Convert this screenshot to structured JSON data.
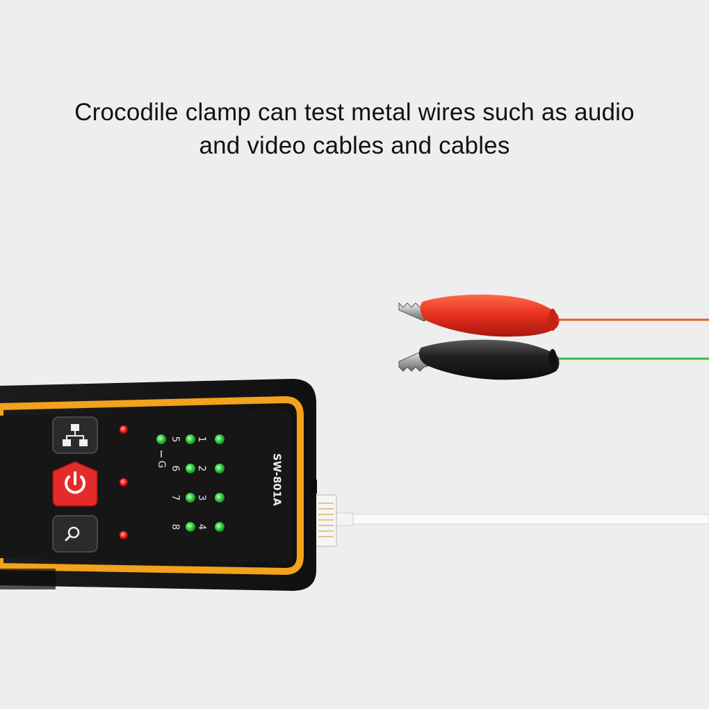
{
  "caption": {
    "line1": "Crocodile clamp can test metal wires such as audio",
    "line2": "and video cables and cables"
  },
  "device": {
    "model": "SW-801A",
    "buttons": [
      {
        "icon": "network-icon"
      },
      {
        "icon": "power-icon"
      },
      {
        "icon": "search-icon"
      }
    ],
    "led_labels": {
      "c1": "1",
      "c2": "2",
      "c3": "3",
      "c4": "4",
      "c5": "5",
      "c6": "6",
      "c7": "7",
      "c8": "8",
      "g": "G"
    }
  },
  "clips": {
    "red": {
      "color": "#e8321f",
      "wire_color": "#e85a2e"
    },
    "black": {
      "color": "#1e1e1e",
      "wire_color": "#3cb84a"
    }
  },
  "colors": {
    "background": "#eeeeee",
    "device_body": "#1a1a1a",
    "device_trim": "#f2a21b",
    "power_button": "#e52a2a",
    "led_green": "#39d94a",
    "led_red": "#ff2a2a"
  }
}
